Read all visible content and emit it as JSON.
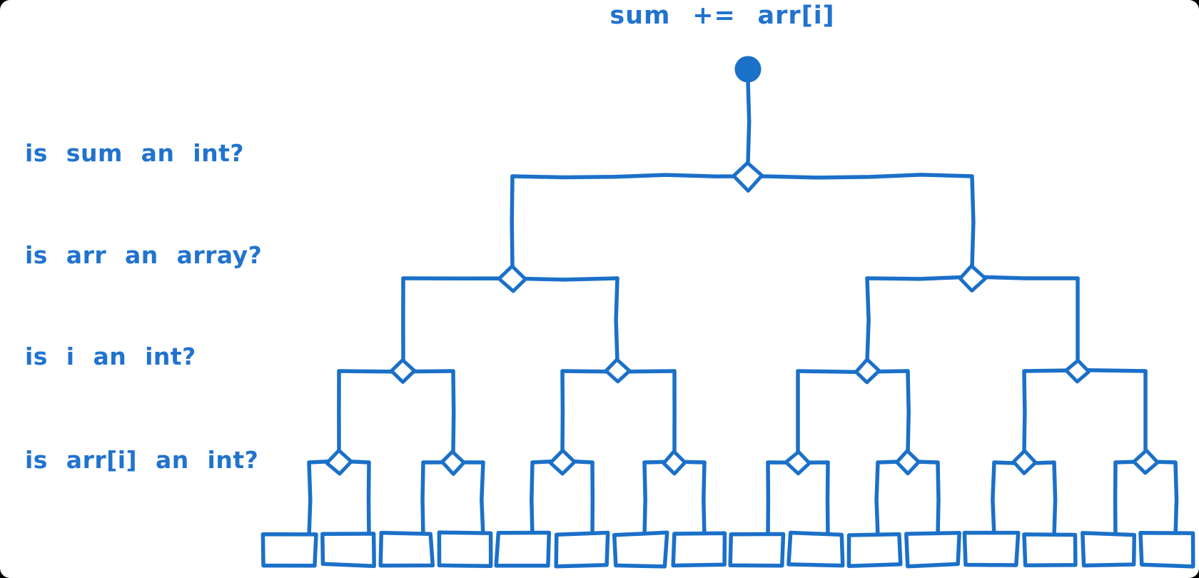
{
  "title": "sum += arr[i]",
  "colors": {
    "ink": "#1b70c8",
    "text": "#2173ce",
    "canvas_bg": "#ffffff"
  },
  "diagram": {
    "type": "binary-decision-tree",
    "root_symbol": "filled-circle-start",
    "levels": [
      {
        "question": "is sum an int?",
        "decision_nodes": 1
      },
      {
        "question": "is arr an array?",
        "decision_nodes": 2
      },
      {
        "question": "is i an int?",
        "decision_nodes": 4
      },
      {
        "question": "is arr[i] an int?",
        "decision_nodes": 8
      }
    ],
    "leaf_boxes": 16
  }
}
